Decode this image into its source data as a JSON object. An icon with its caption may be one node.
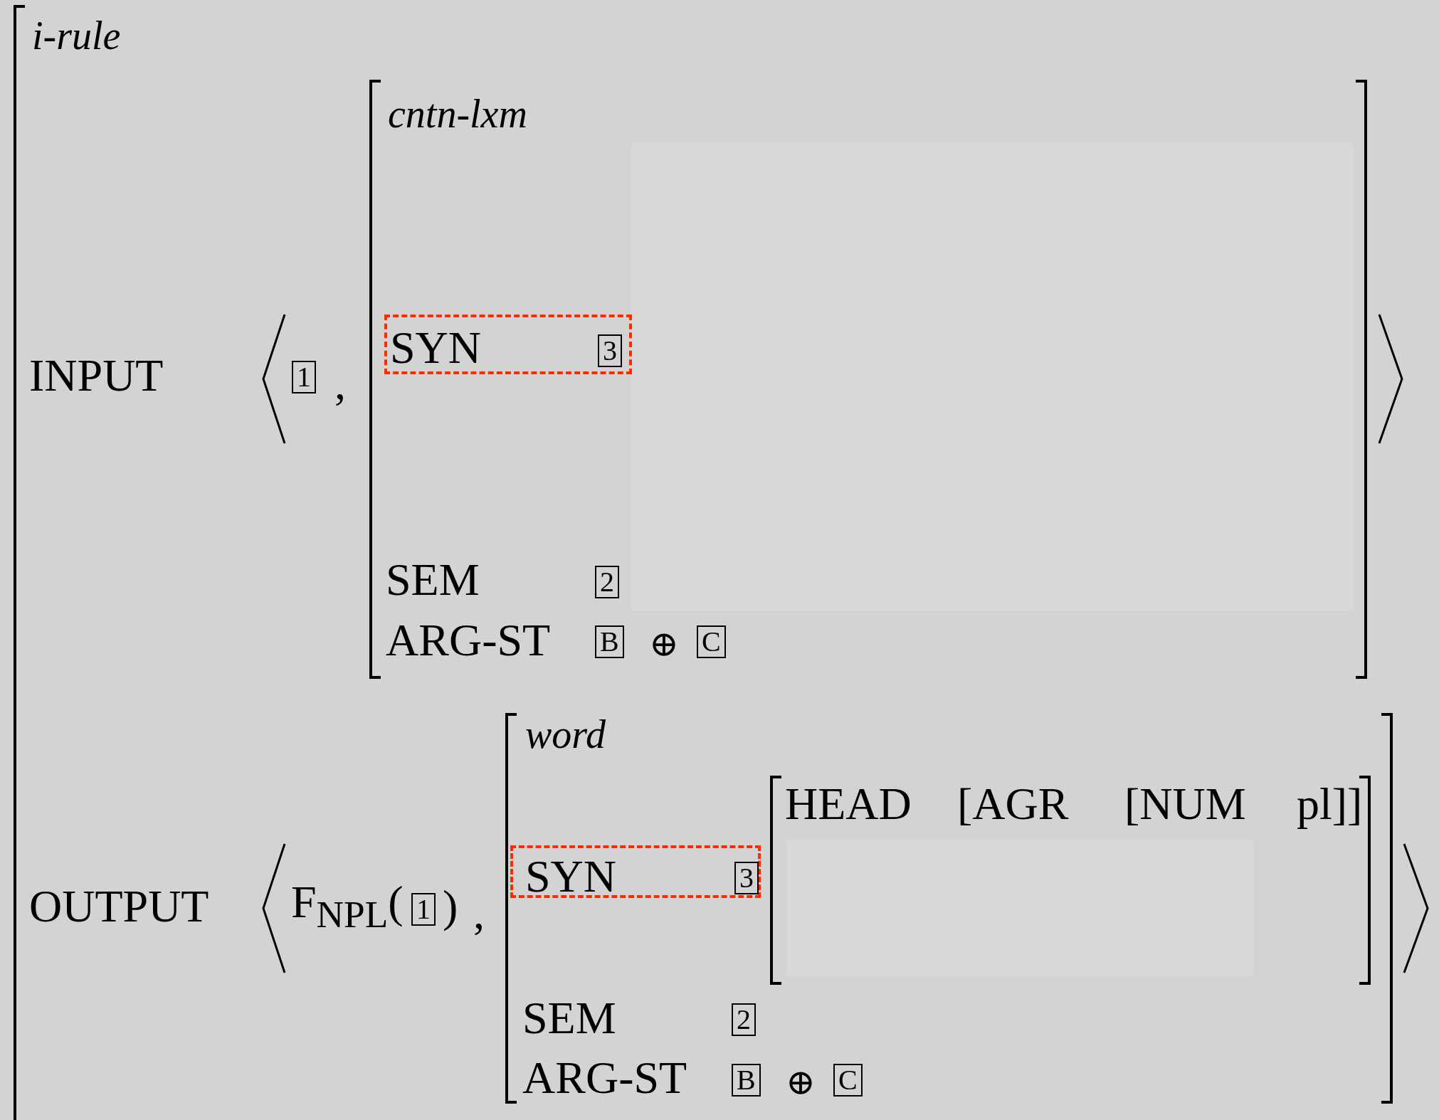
{
  "diagram": {
    "nodes": [
      {
        "text": [
          "i-rule"
        ]
      },
      {
        "text": [
          "cntn-lxm"
        ],
        "in": 0
      },
      {
        "text": [
          "SYN",
          "3"
        ],
        "in": 1
      },
      {
        "text": [
          "word"
        ],
        "in": 0
      },
      {
        "text": [
          "SYN",
          "3"
        ],
        "in": 3
      },
      {
        "text": [
          "HEAD",
          "[AGR",
          "[NUM",
          "pl]]"
        ],
        "in": 3
      }
    ],
    "labels": [
      "INPUT",
      "1",
      ",",
      "SEM",
      "2",
      "ARG-ST",
      "B",
      "⊕",
      "C",
      "OUTPUT",
      "F$_{NPL}$(",
      "1",
      ")",
      ",",
      "SEM",
      "2",
      "ARG-ST",
      "B",
      "⊕",
      "C"
    ]
  }
}
